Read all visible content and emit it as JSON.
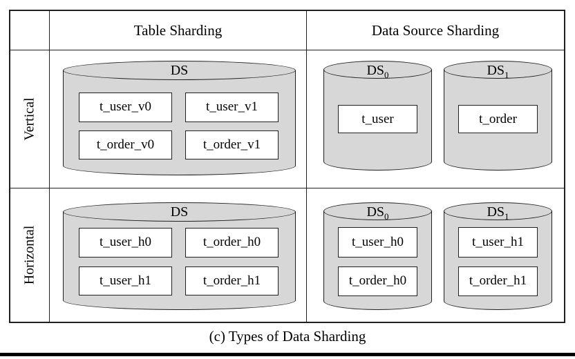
{
  "table": {
    "col_headers": [
      "Table Sharding",
      "Data Source Sharding"
    ],
    "row_headers": [
      "Vertical",
      "Horizontal"
    ]
  },
  "cells": {
    "vertical_table": {
      "ds": "DS",
      "tables": [
        "t_user_v0",
        "t_user_v1",
        "t_order_v0",
        "t_order_v1"
      ]
    },
    "vertical_datasource": {
      "ds0": {
        "ds": "DS",
        "sub": "0",
        "tables": [
          "t_user"
        ]
      },
      "ds1": {
        "ds": "DS",
        "sub": "1",
        "tables": [
          "t_order"
        ]
      }
    },
    "horizontal_table": {
      "ds": "DS",
      "tables": [
        "t_user_h0",
        "t_order_h0",
        "t_user_h1",
        "t_order_h1"
      ]
    },
    "horizontal_datasource": {
      "ds0": {
        "ds": "DS",
        "sub": "0",
        "tables": [
          "t_user_h0",
          "t_order_h0"
        ]
      },
      "ds1": {
        "ds": "DS",
        "sub": "1",
        "tables": [
          "t_user_h1",
          "t_order_h1"
        ]
      }
    }
  },
  "caption": "(c) Types of Data Sharding",
  "colors": {
    "cylinder_fill": "#d7d7d7",
    "box_fill": "#ffffff",
    "stroke": "#1f1f1f",
    "bottom_bar": "#000000"
  }
}
